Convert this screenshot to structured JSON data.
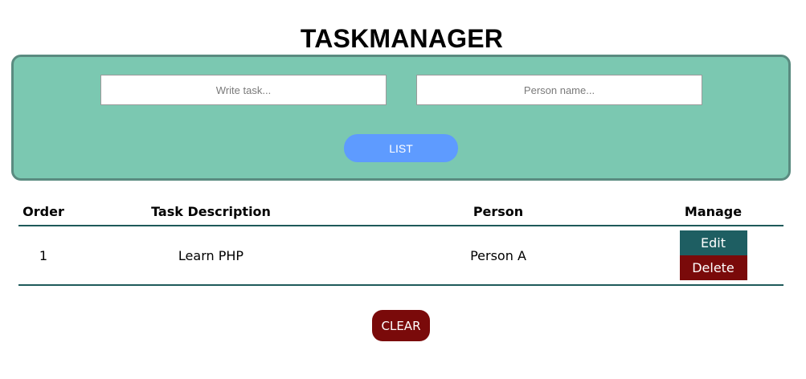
{
  "header": {
    "title": "TASKMANAGER"
  },
  "form": {
    "task_placeholder": "Write task...",
    "person_placeholder": "Person name...",
    "task_value": "",
    "person_value": "",
    "list_button_label": "LIST"
  },
  "table": {
    "columns": [
      "Order",
      "Task Description",
      "Person",
      "Manage"
    ],
    "rows": [
      {
        "order": "1",
        "description": "Learn PHP",
        "person": "Person A",
        "edit_label": "Edit",
        "delete_label": "Delete"
      }
    ]
  },
  "footer": {
    "clear_button_label": "CLEAR"
  },
  "colors": {
    "panel_background": "#7bc8b1",
    "panel_border": "#5a8b80",
    "list_button": "#5e9bff",
    "edit_button": "#1e5e62",
    "delete_button": "#7a0a0a",
    "clear_button": "#7a0a0a",
    "table_rule": "#1e5a5a"
  }
}
